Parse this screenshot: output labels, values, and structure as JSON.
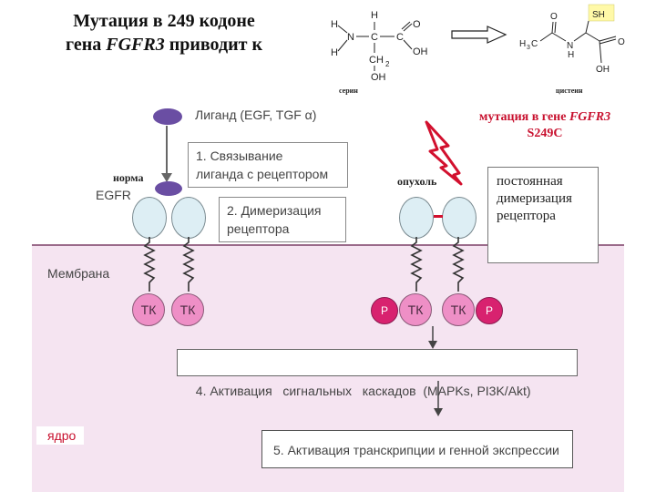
{
  "title": {
    "line1": "Мутация в 249 кодоне",
    "line2_prefix": "гена ",
    "line2_gene": "FGFR3",
    "line2_suffix": " приводит к"
  },
  "molecules": {
    "serine_caption": "серин",
    "cysteine_caption": "цистеин",
    "sh_label": "SH"
  },
  "ligand": {
    "label": "Лиганд (EGF, TGF α)"
  },
  "labels": {
    "norm": "норма",
    "egfr": "EGFR",
    "tumor": "опухоль",
    "membrane": "Мембрана",
    "nucleus": "ядро"
  },
  "mutation": {
    "line1_prefix": "мутация в гене ",
    "gene": "FGFR3",
    "line2": "S249C"
  },
  "steps": {
    "s1_l1": "1. Связывание",
    "s1_l2": "лиганда с рецептором",
    "s2_l1": "2. Димеризация",
    "s2_l2": "рецептора",
    "s4": "4. Активация   сигнальных   каскадов  (MAPKs, PI3K/Akt)",
    "s5": "5. Активация транскрипции и генной экспрессии"
  },
  "constant": {
    "l1": "постоянная",
    "l2": "димеризация",
    "l3": "рецептора"
  },
  "kinase": {
    "tk": "ТК",
    "p": "P"
  },
  "colors": {
    "membrane": "#f5e4f1",
    "tk": "#ee8fc6",
    "phospho": "#d8226f",
    "ligand": "#6a4ea3",
    "mutation": "#c8102e",
    "receptor": "#ddeef4"
  }
}
